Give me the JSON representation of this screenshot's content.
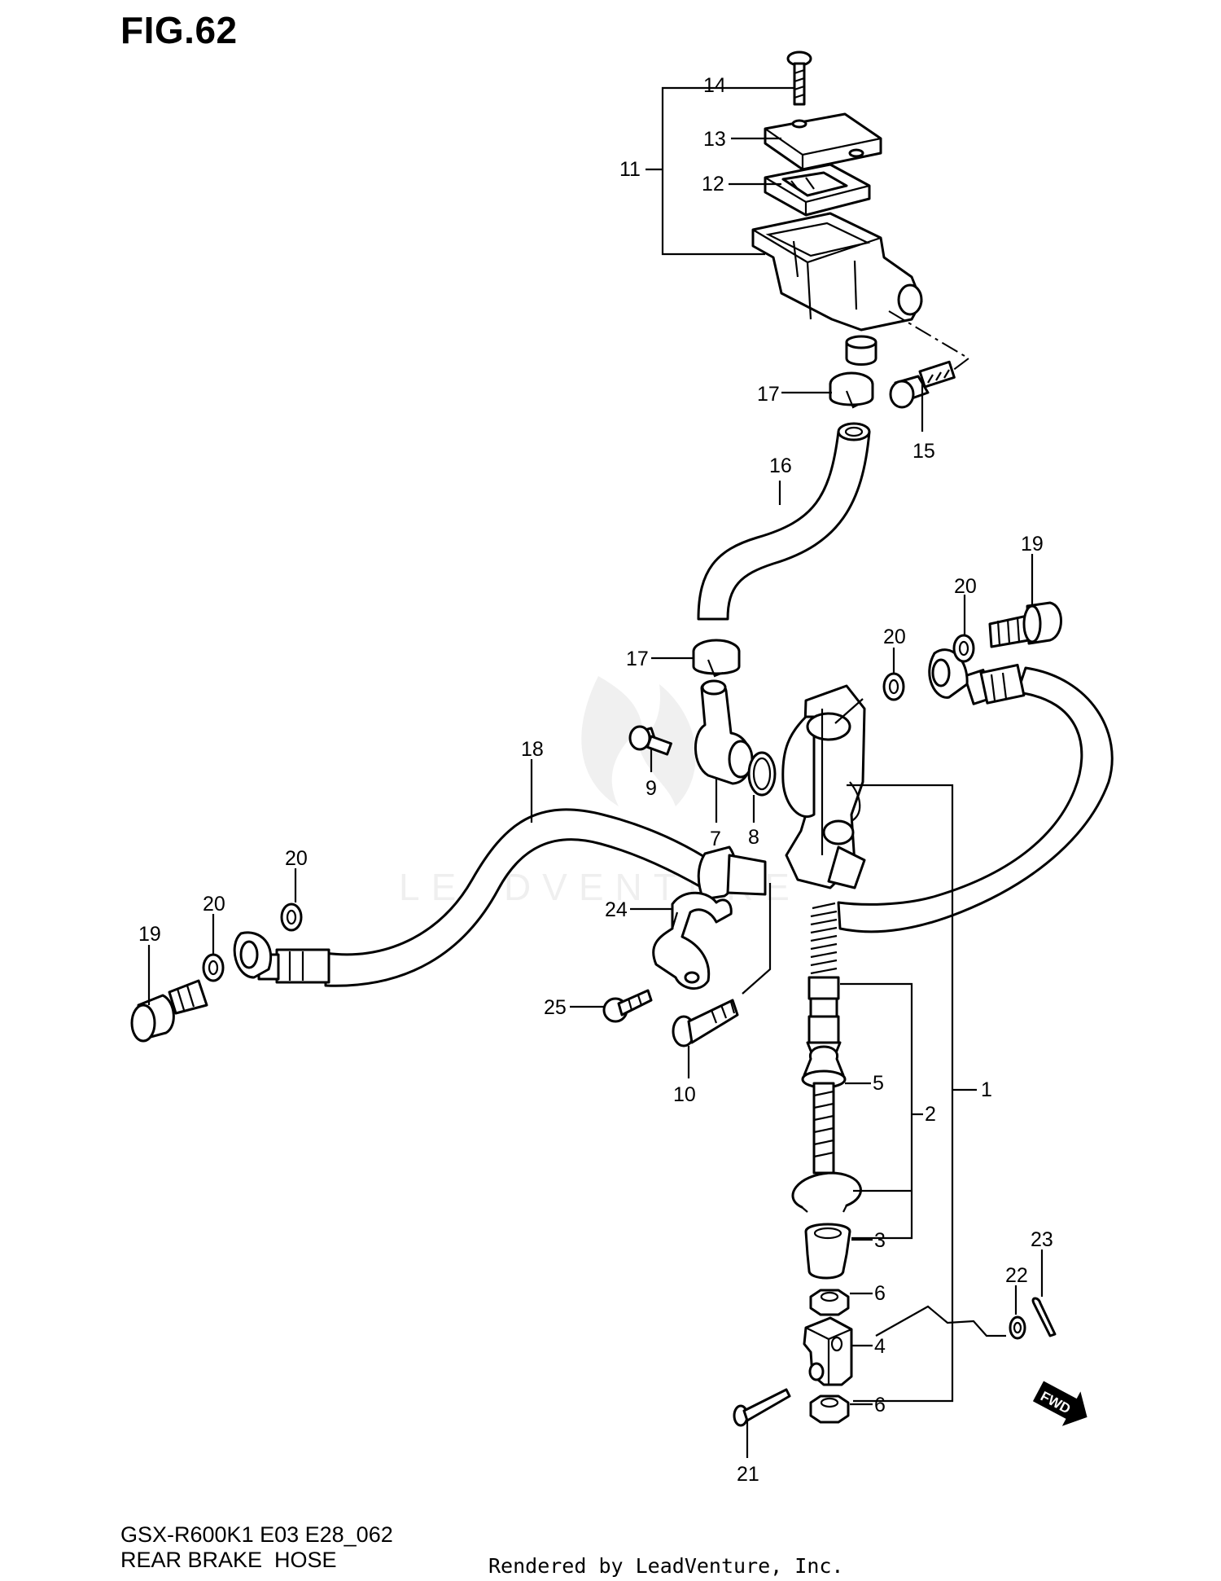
{
  "figure_title": "FIG.62",
  "model_code": "GSX-R600K1 E03 E28_062",
  "diagram_title": "REAR BRAKE  HOSE",
  "rendered_by": "Rendered by LeadVenture, Inc.",
  "watermark": "LEADVENTURE",
  "fwd_label": "FWD",
  "callouts": {
    "c1": "1",
    "c2": "2",
    "c3": "3",
    "c4": "4",
    "c5": "5",
    "c6a": "6",
    "c6b": "6",
    "c7": "7",
    "c8": "8",
    "c9": "9",
    "c10": "10",
    "c11": "11",
    "c12": "12",
    "c13": "13",
    "c14": "14",
    "c15": "15",
    "c16": "16",
    "c17a": "17",
    "c17b": "17",
    "c18": "18",
    "c19a": "19",
    "c19b": "19",
    "c20a": "20",
    "c20b": "20",
    "c20c": "20",
    "c20d": "20",
    "c21": "21",
    "c22": "22",
    "c23": "23",
    "c24": "24",
    "c25": "25"
  }
}
